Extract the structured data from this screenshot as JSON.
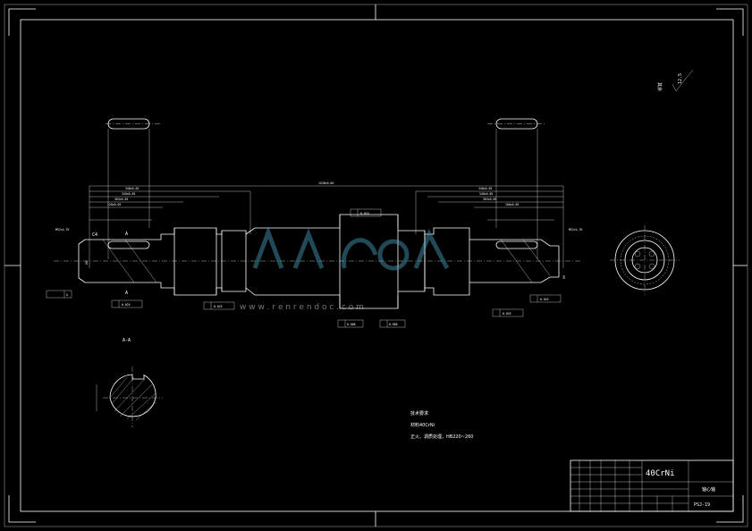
{
  "surface_finish": {
    "label": "其余",
    "value": "12.5"
  },
  "chamfer_left": "C4",
  "section_marks": {
    "a_top": "A",
    "a_bottom": "A",
    "section_title": "A-A"
  },
  "dimensions": {
    "overall_length": "1538±0.60",
    "left_d1": "348±0.65",
    "left_d2": "349±0.65",
    "left_d3": "303±0.65",
    "left_d4": "120±0.65",
    "right_d1": "348±0.65",
    "right_d2": "348±0.65",
    "right_d3": "303±0.65",
    "right_d4": "100±0.65",
    "left_thread": "M52×4-7H",
    "right_thread": "M52×4-7H",
    "left_end": "69",
    "right_end": "69"
  },
  "tolerance_frames": {
    "left_flat": "A",
    "left_runout": "0.025",
    "left_runout_2": "0.025",
    "center_flat": "0.010",
    "center_runout_1": "0.008",
    "center_runout_2": "0.008",
    "right_runout": "0.025",
    "right_runout_2": "0.025"
  },
  "notes": {
    "heading": "技术要求",
    "line1": "材料40CrNi",
    "line2": "正火、调质处理，HB220~260"
  },
  "title_block": {
    "material": "40CrNi",
    "part_name": "轴心轴",
    "drawing_number": "PSJ-19"
  },
  "watermark": "w w w . r e n r e n d o c . c o m"
}
